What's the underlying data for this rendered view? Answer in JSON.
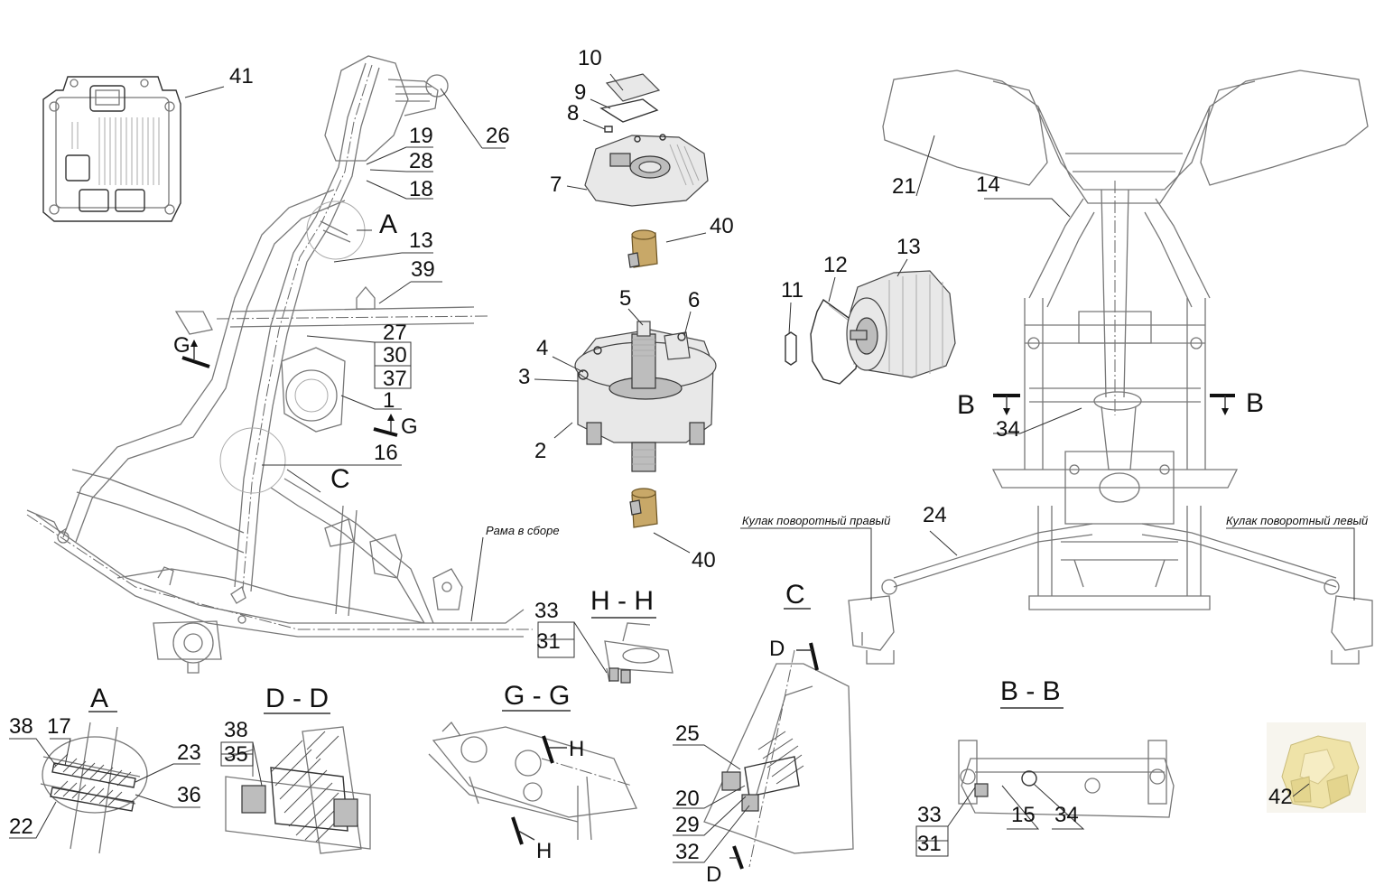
{
  "labels": {
    "l41": "41",
    "l26": "26",
    "l19": "19",
    "l28": "28",
    "l18": "18",
    "l13a": "13",
    "l39": "39",
    "l27": "27",
    "l30": "30",
    "l37": "37",
    "l1": "1",
    "l16": "16",
    "l10": "10",
    "l9": "9",
    "l8": "8",
    "l7": "7",
    "l40a": "40",
    "l5": "5",
    "l6": "6",
    "l4": "4",
    "l3": "3",
    "l2": "2",
    "l40b": "40",
    "l11": "11",
    "l12": "12",
    "l13b": "13",
    "l21": "21",
    "l14": "14",
    "l34a": "34",
    "l24": "24",
    "l33a": "33",
    "l31a": "31",
    "l38a": "38",
    "l17": "17",
    "l23": "23",
    "l36": "36",
    "l22": "22",
    "l38b": "38",
    "l35": "35",
    "l25": "25",
    "l20": "20",
    "l29": "29",
    "l32": "32",
    "l33b": "33",
    "l31b": "31",
    "l15": "15",
    "l34b": "34",
    "l42": "42"
  },
  "section_marks": {
    "A": "A",
    "C": "C",
    "G1": "G",
    "G2": "G",
    "B1": "B",
    "B2": "B",
    "H1": "H",
    "H2": "H",
    "D1": "D",
    "D2": "D"
  },
  "section_titles": {
    "hh": "H - H",
    "c": "C",
    "a": "A",
    "dd": "D - D",
    "gg": "G - G",
    "bb": "B - B"
  },
  "notes": {
    "frame": "Рама в сборе",
    "knuckle_right": "Кулак поворотный правый",
    "knuckle_left": "Кулак поворотный левый"
  },
  "colors": {
    "line": "#777777",
    "ink": "#111111",
    "brass": "#c8a868",
    "coupling": "#f3e9b4"
  }
}
